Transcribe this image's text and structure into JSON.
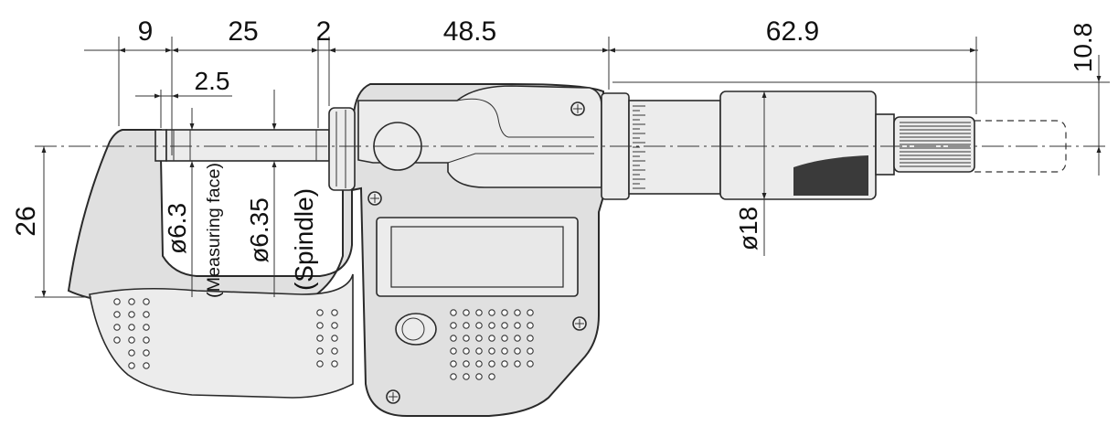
{
  "diagram": {
    "dimensions": {
      "d9": "9",
      "d25": "25",
      "d2": "2",
      "d48_5": "48.5",
      "d62_9": "62.9",
      "d10_8": "10.8",
      "d2_5": "2.5",
      "d26": "26",
      "d_face": "ø6.3",
      "face_label": "(Measuring face)",
      "d_spindle": "ø6.35",
      "spindle_label": "(Spindle)",
      "d18": "ø18"
    },
    "colors": {
      "body": "#e0e0e0",
      "outline": "#2a2a2a",
      "grip": "#3a3a3a"
    }
  }
}
